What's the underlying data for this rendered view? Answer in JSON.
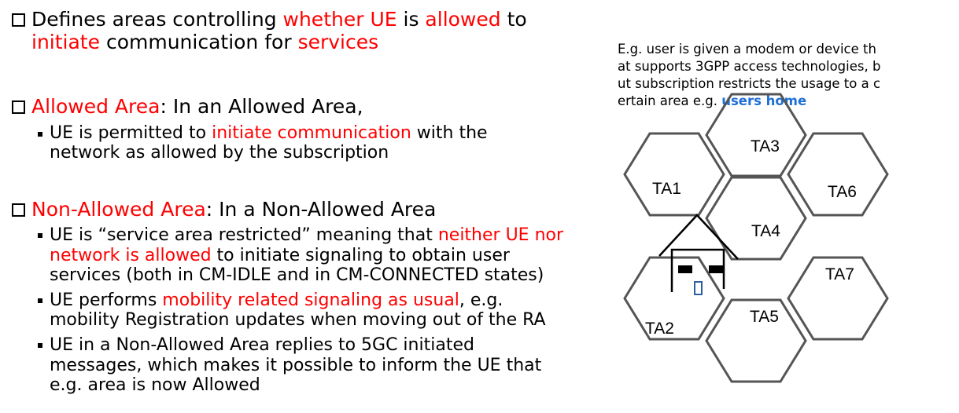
{
  "bullets": {
    "b1": {
      "l1": [
        "Defines areas controlling ",
        "whether UE",
        " is ",
        "allowed",
        " to"
      ],
      "l2": [
        "initiate",
        " communication for ",
        "services"
      ]
    },
    "b2": {
      "head": [
        "Allowed Area",
        ": In an Allowed Area,"
      ],
      "s1_l1": [
        "UE is permitted to ",
        "initiate communication",
        " with the"
      ],
      "s1_l2": "network as allowed by the subscription"
    },
    "b3": {
      "head": [
        "Non-Allowed Area",
        ": In a Non-Allowed Area"
      ],
      "s1_l1": [
        "UE is “service area restricted” meaning that ",
        "neither UE nor"
      ],
      "s1_l2": [
        "network is allowed",
        " to initiate signaling to obtain user"
      ],
      "s1_l3": "services (both in CM-IDLE and in CM-CONNECTED states)",
      "s2_l1": [
        "UE performs ",
        "mobility related signaling as usual",
        ", e.g."
      ],
      "s2_l2": "mobility Registration updates when moving out of the RA",
      "s3_l1": "UE in a Non-Allowed Area replies to 5GC initiated",
      "s3_l2": "messages, which makes it possible to inform the UE that",
      "s3_l3": "e.g. area is now Allowed"
    }
  },
  "note": {
    "lines": [
      "E.g. user is given a modem or device th",
      "at supports 3GPP access technologies, b",
      "ut subscription restricts the usage to a c"
    ],
    "last": "ertain area e.g. ",
    "highlight": "users home"
  },
  "diagram": {
    "ta_labels": {
      "ta1": "TA1",
      "ta2": "TA2",
      "ta3": "TA3",
      "ta4": "TA4",
      "ta5": "TA5",
      "ta6": "TA6",
      "ta7": "TA7"
    }
  },
  "colors": {
    "highlight_red": "#ff0000",
    "highlight_blue": "#1f6fd6",
    "hex_stroke": "#555555"
  },
  "icons": {
    "bullet_main": "hollow-square-icon",
    "bullet_sub": "filled-square-icon",
    "home": "house-icon"
  }
}
